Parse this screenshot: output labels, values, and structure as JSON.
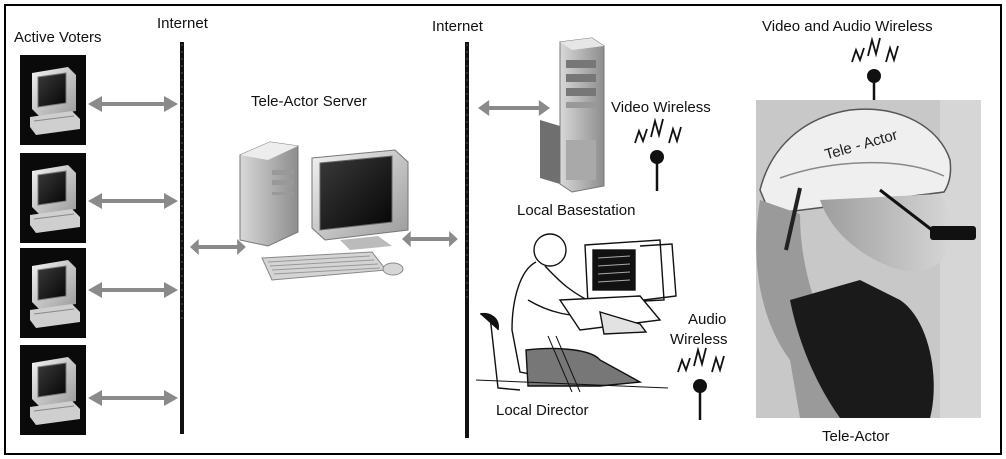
{
  "labels": {
    "active_voters": "Active Voters",
    "internet_left": "Internet",
    "internet_right": "Internet",
    "tele_actor_server": "Tele-Actor Server",
    "video_wireless": "Video Wireless",
    "local_basestation": "Local Basestation",
    "audio_wireless_line1": "Audio",
    "audio_wireless_line2": "Wireless",
    "local_director": "Local Director",
    "video_and_audio_wireless": "Video and Audio Wireless",
    "tele_actor": "Tele-Actor",
    "helmet_text": "Tele - Actor"
  },
  "colors": {
    "arrow": "#8a8a8a",
    "border": "#000000",
    "monitor_bg": "#0c0c0c",
    "photo_bg": "#b9b9b9"
  },
  "icons": {
    "voter_terminal": "crt-computer-icon",
    "server": "desktop-computer-icon",
    "basestation": "tower-pc-icon",
    "director": "person-at-workstation-drawing",
    "antenna": "wireless-antenna-icon",
    "tele_actor_photo": "helmet-camera-person-photo"
  },
  "voter_terminals": [
    {
      "id": 1
    },
    {
      "id": 2
    },
    {
      "id": 3
    },
    {
      "id": 4
    }
  ]
}
